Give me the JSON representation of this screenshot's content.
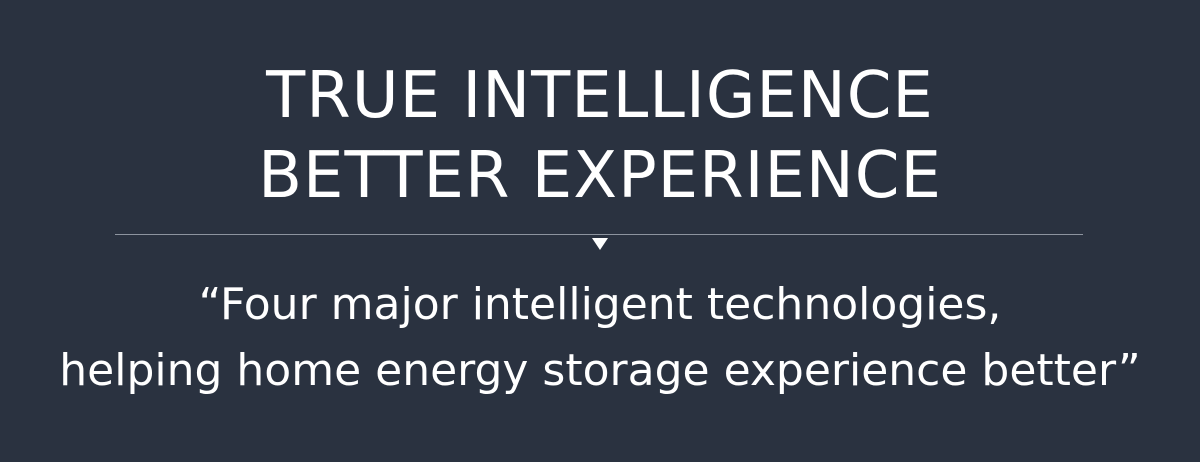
{
  "headline": {
    "line1": "TRUE INTELLIGENCE",
    "line2": "BETTER EXPERIENCE"
  },
  "quote": {
    "line1": "“Four major intelligent technologies,",
    "line2": "helping home energy storage experience better”"
  },
  "colors": {
    "background": "#2a3240",
    "text": "#ffffff",
    "divider": "#8d949f"
  },
  "icons": {
    "divider_marker": "down-triangle-icon"
  }
}
